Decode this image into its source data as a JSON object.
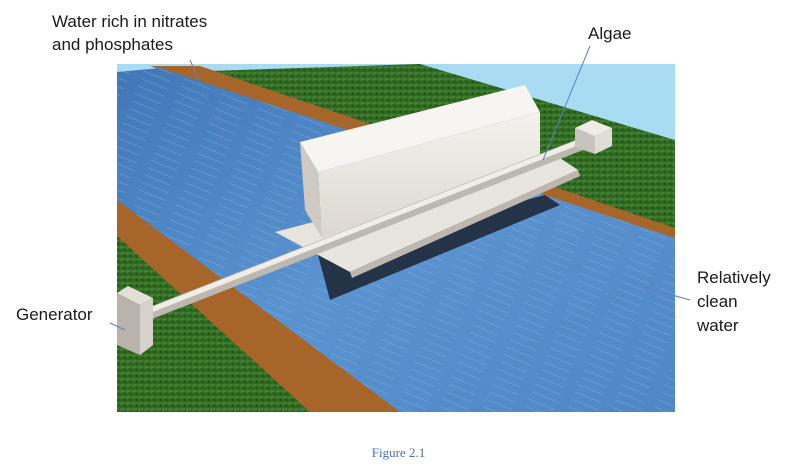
{
  "labels": {
    "inflow": [
      "Water rich in nitrates",
      "and phosphates"
    ],
    "algae": "Algae",
    "outflow": [
      "Relatively",
      "clean",
      "water"
    ],
    "generator": "Generator"
  },
  "caption": "Figure 2.1",
  "colors": {
    "sky": "#a9dcf3",
    "grass": "#2f6a22",
    "grass_light": "#4d8a33",
    "bank": "#a7652a",
    "water": "#4f86c6",
    "water_light": "#7fb0e0",
    "board": "#f3f0ec",
    "board_shade": "#cfcac3",
    "rod": "#e9e6df",
    "box": "#c8c3bd",
    "leader": "#5f7fbf",
    "caption": "#4a6fa8"
  }
}
